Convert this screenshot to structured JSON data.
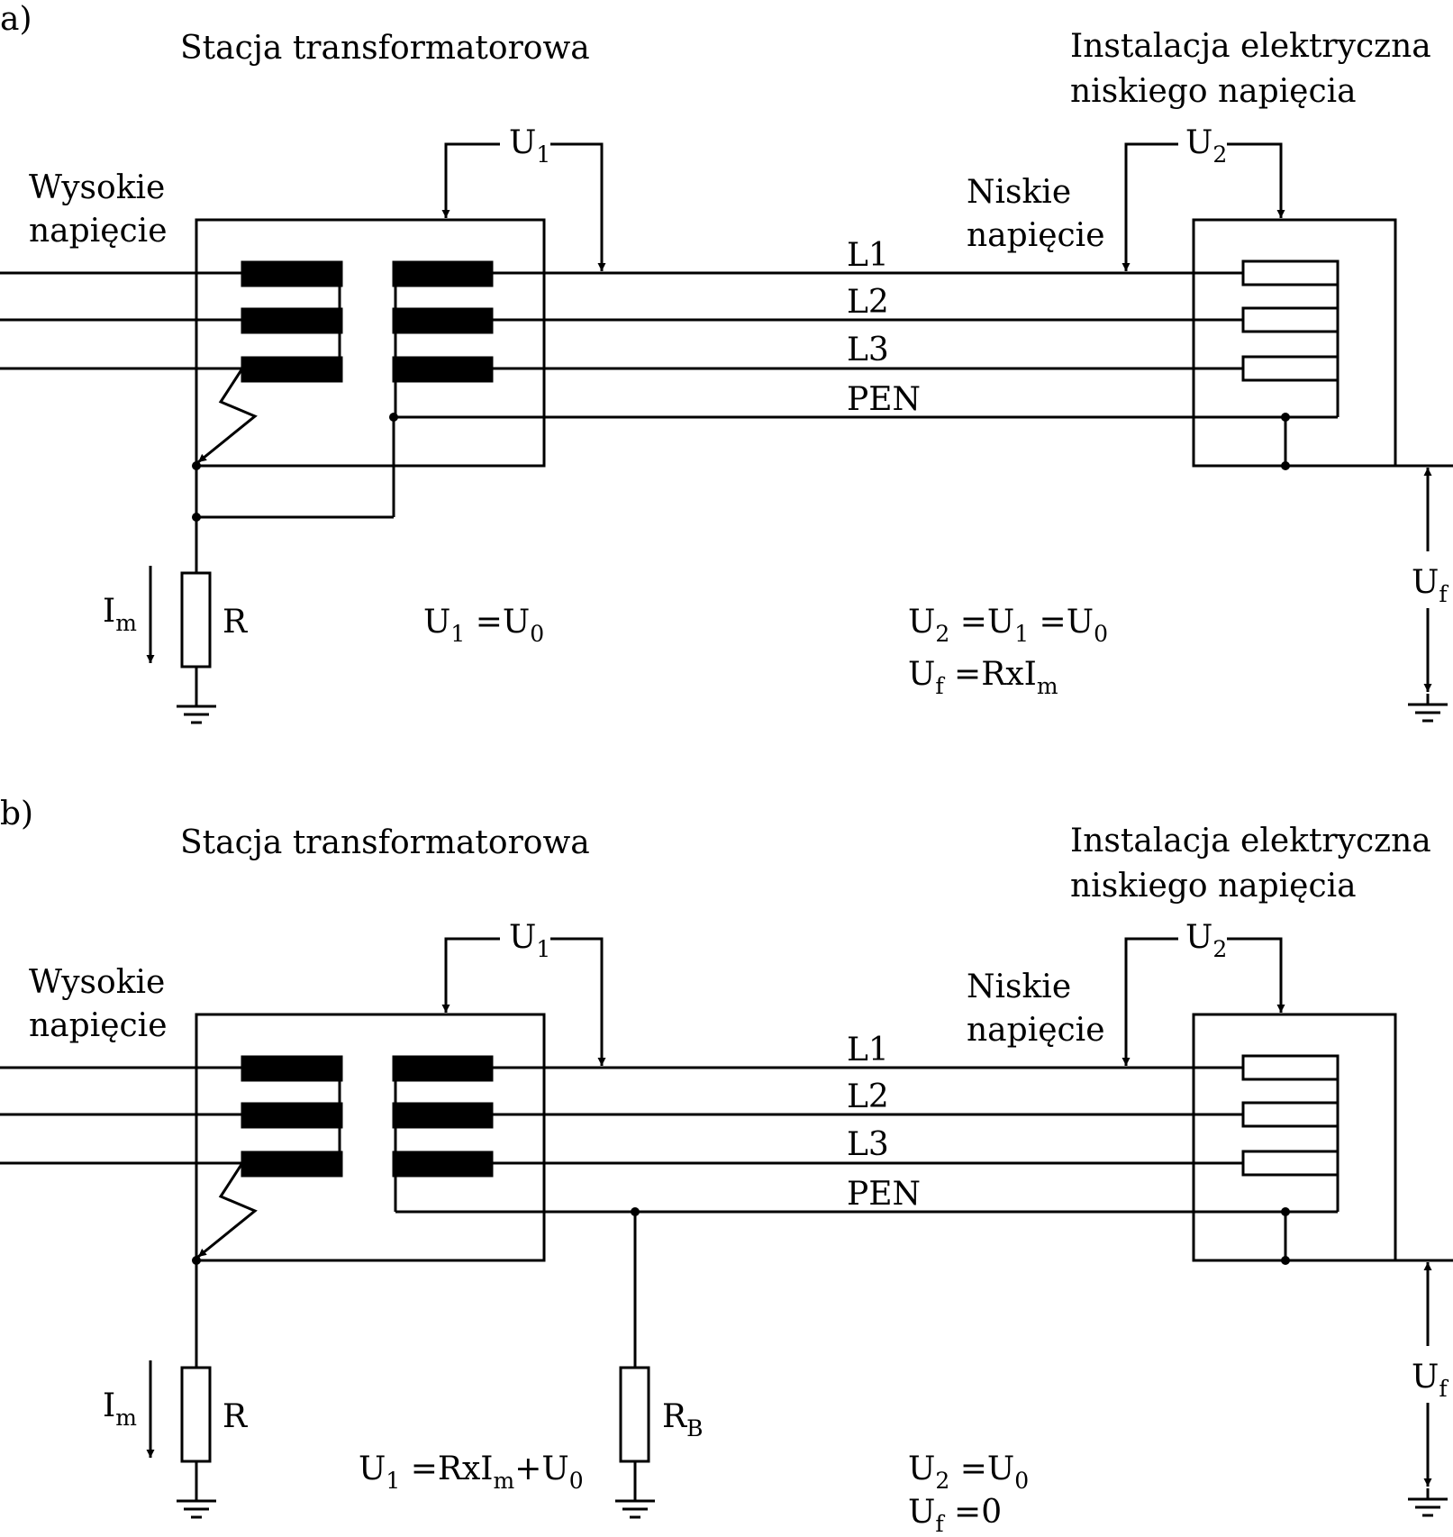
{
  "panels": [
    {
      "tag": "a)",
      "station_title": "Stacja transformatorowa",
      "installation_title": [
        "Instalacja elektryczna",
        "niskiego napięcia"
      ],
      "high_voltage": [
        "Wysokie",
        "napięcie"
      ],
      "low_voltage": [
        "Niskie",
        "napięcie"
      ],
      "lines": [
        "L1",
        "L2",
        "L3",
        "PEN"
      ],
      "u1": {
        "main": "U",
        "sub": "1"
      },
      "u2": {
        "main": "U",
        "sub": "2"
      },
      "uf": {
        "main": "U",
        "sub": "f"
      },
      "im": {
        "main": "I",
        "sub": "m"
      },
      "r_label": "R",
      "eq_u1": [
        {
          "t": "U"
        },
        {
          "t": "1",
          "sub": true
        },
        {
          "t": " =U"
        },
        {
          "t": "0",
          "sub": true
        }
      ],
      "eq_u2": [
        {
          "t": "U"
        },
        {
          "t": "2",
          "sub": true
        },
        {
          "t": " =U"
        },
        {
          "t": "1",
          "sub": true
        },
        {
          "t": " =U"
        },
        {
          "t": "0",
          "sub": true
        }
      ],
      "eq_uf": [
        {
          "t": "U"
        },
        {
          "t": "f",
          "sub": true
        },
        {
          "t": " =RxI"
        },
        {
          "t": "m",
          "sub": true
        }
      ]
    },
    {
      "tag": "b)",
      "station_title": "Stacja transformatorowa",
      "installation_title": [
        "Instalacja elektryczna",
        "niskiego napięcia"
      ],
      "high_voltage": [
        "Wysokie",
        "napięcie"
      ],
      "low_voltage": [
        "Niskie",
        "napięcie"
      ],
      "lines": [
        "L1",
        "L2",
        "L3",
        "PEN"
      ],
      "u1": {
        "main": "U",
        "sub": "1"
      },
      "u2": {
        "main": "U",
        "sub": "2"
      },
      "uf": {
        "main": "U",
        "sub": "f"
      },
      "im": {
        "main": "I",
        "sub": "m"
      },
      "r_label": "R",
      "rb": {
        "main": "R",
        "sub": "B"
      },
      "eq_u1": [
        {
          "t": "U"
        },
        {
          "t": "1",
          "sub": true
        },
        {
          "t": " =RxI"
        },
        {
          "t": "m",
          "sub": true
        },
        {
          "t": "+U"
        },
        {
          "t": "0",
          "sub": true
        }
      ],
      "eq_u2": [
        {
          "t": "U"
        },
        {
          "t": "2",
          "sub": true
        },
        {
          "t": " =U"
        },
        {
          "t": "0",
          "sub": true
        }
      ],
      "eq_uf": [
        {
          "t": "U"
        },
        {
          "t": "f",
          "sub": true
        },
        {
          "t": " =0"
        }
      ]
    }
  ]
}
